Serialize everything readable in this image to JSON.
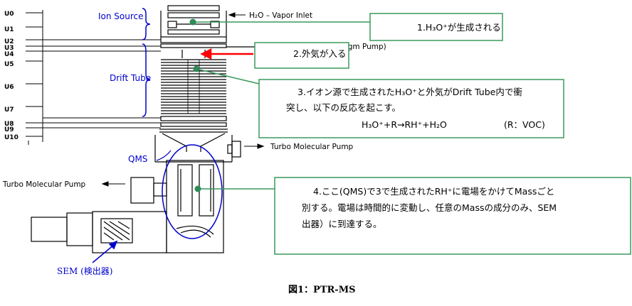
{
  "electrode_labels": [
    "U0",
    "U1",
    "U2",
    "U3",
    "U4",
    "U5",
    "U6",
    "U7",
    "U8",
    "U9",
    "U10"
  ],
  "section_labels": {
    "ion_source": "Ion Source",
    "drift_tube": "Drift Tube",
    "qms": "QMS",
    "sem": "SEM (検出器)"
  },
  "inlets": {
    "vapor_inlet": "H₂O – Vapor Inlet",
    "diaphragm_pump_partial": "ragm Pump)",
    "turbo_pump_right": "Turbo Molecular Pump",
    "turbo_pump_left": "Turbo Molecular Pump"
  },
  "callouts": {
    "c1": "1.H₃O⁺が生成される",
    "c2": "2.外気が入る",
    "c3_line1": "3.イオン源で生成されたH₃O⁺と外気がDrift  Tube内で衝",
    "c3_line2": "突し、以下の反応を起こす。",
    "c3_reaction": "H₃O⁺+R→RH⁺+H₂O",
    "c3_note": "(R：VOC)",
    "c4_line1": "4.ここ(QMS)で3で生成されたRH⁺に電場をかけてMassごと",
    "c4_line2": "別する。電場は時間的に変動し、任意のMassの成分のみ、SEM",
    "c4_line3": "出器）に到達する。"
  },
  "caption": "図1：PTR-MS",
  "colors": {
    "callout_border": "#3a9a5c",
    "marker": "#2e8b57",
    "label_blue": "#0000cc",
    "arrow_red": "#ff0000"
  }
}
